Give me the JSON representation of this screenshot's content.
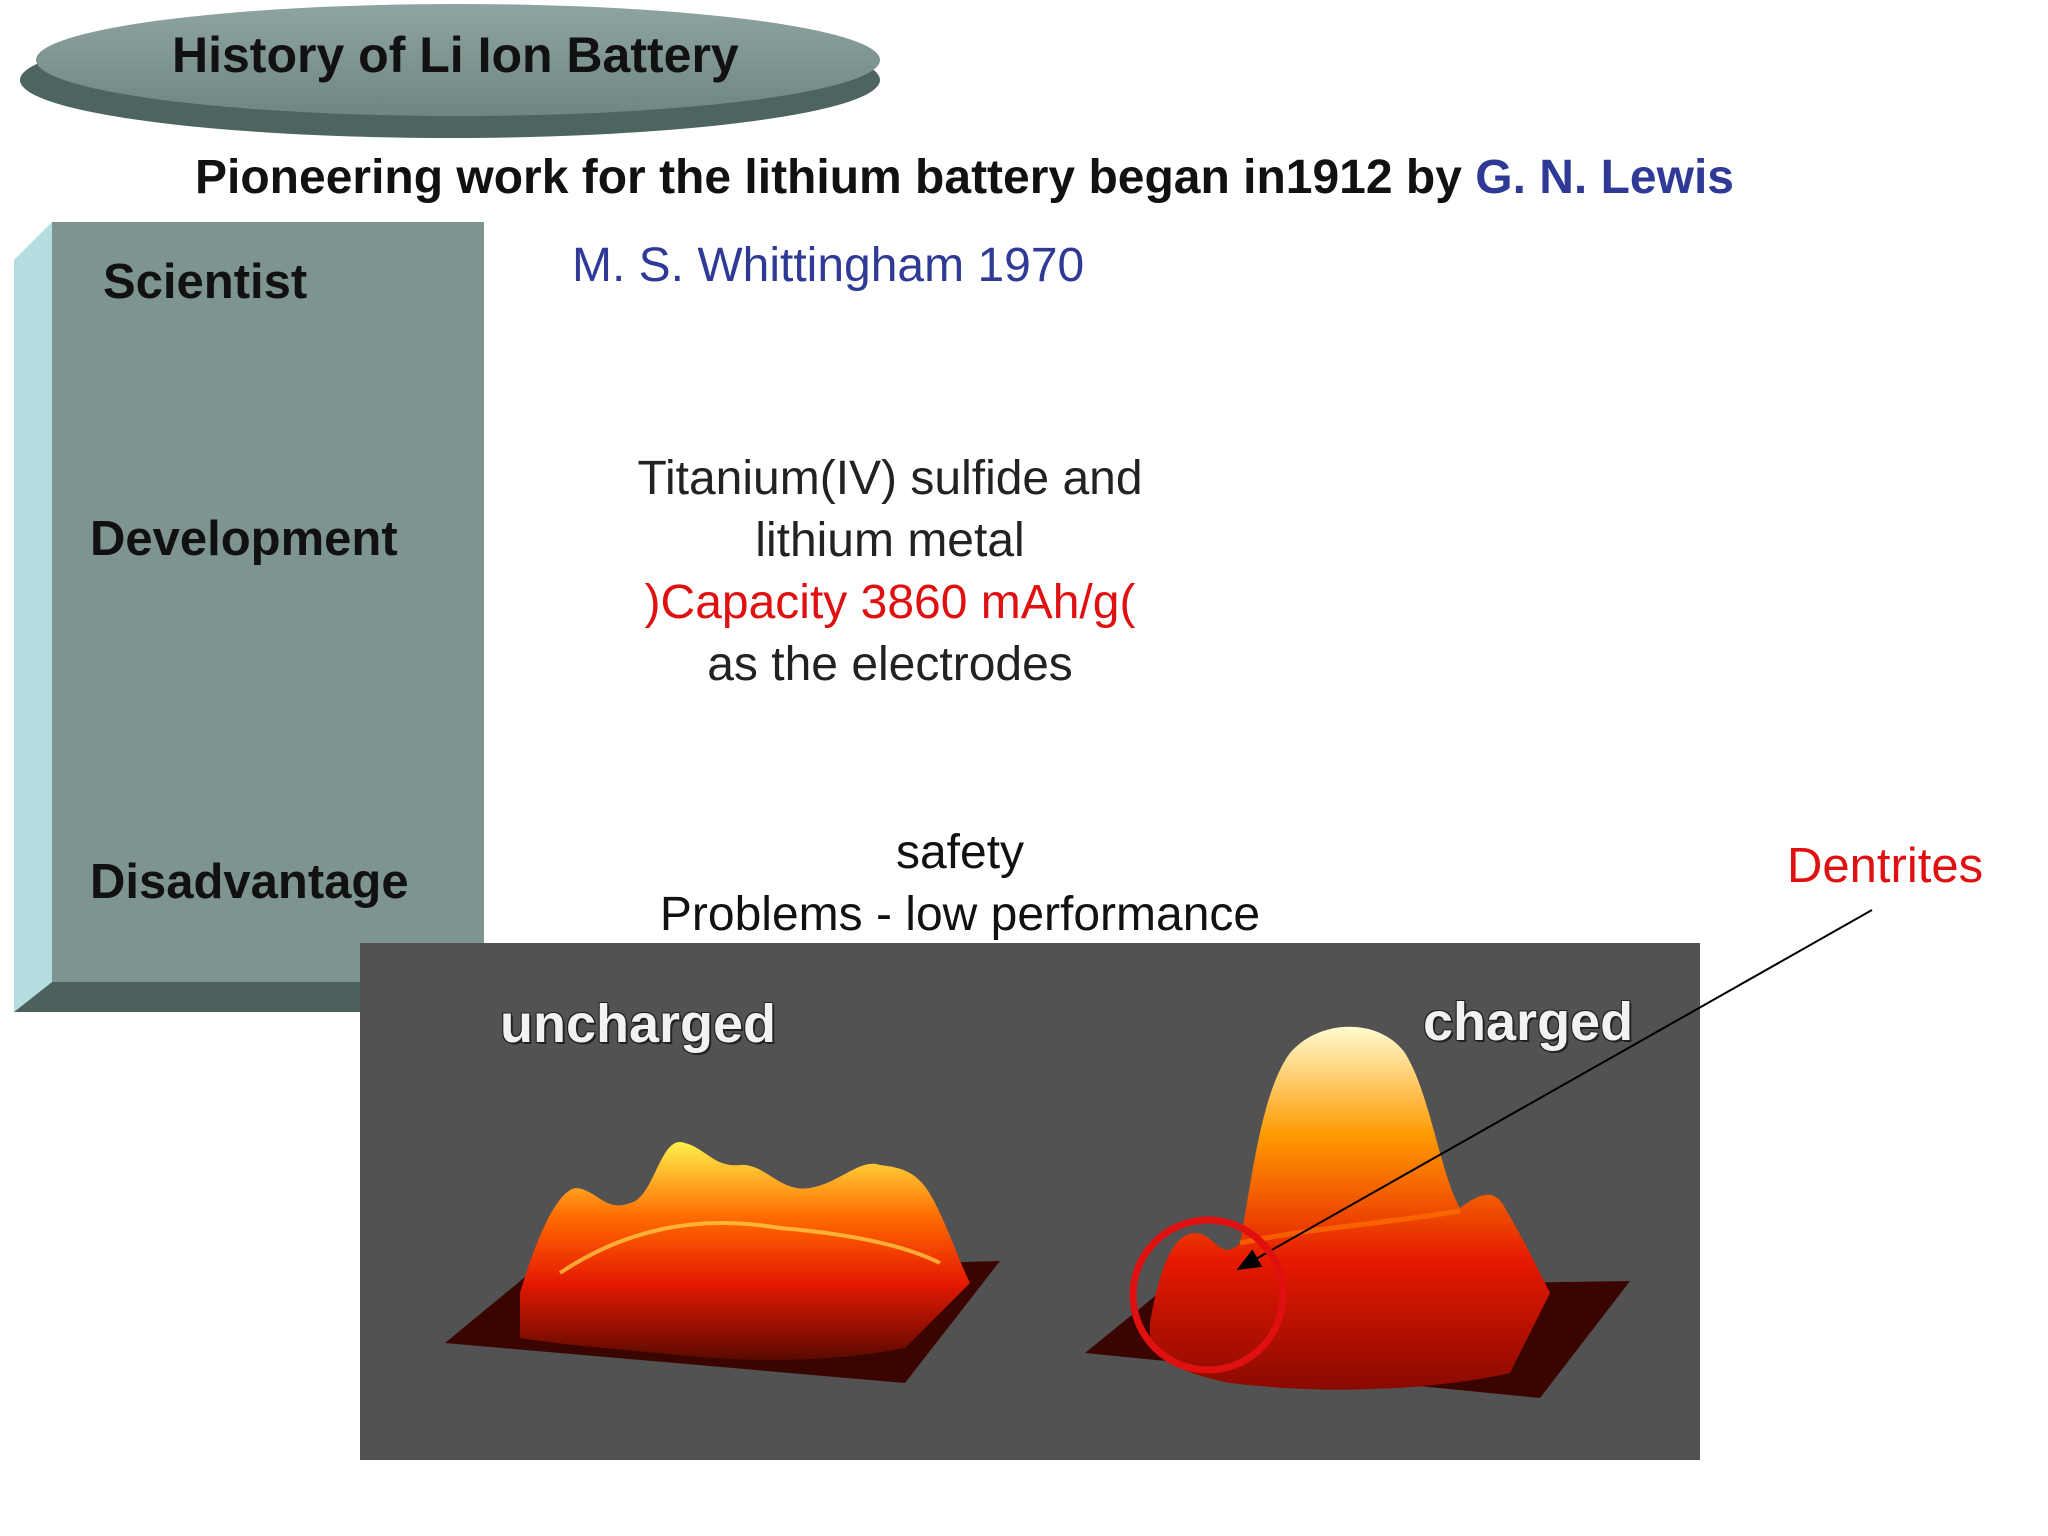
{
  "slide": {
    "title": "History of Li Ion Battery",
    "subtitle_prefix": "Pioneering work for the lithium battery began in1912 by ",
    "subtitle_name": "G. N. Lewis"
  },
  "rows": {
    "scientist_label": "Scientist",
    "development_label": "Development",
    "disadvantage_label": "Disadvantage"
  },
  "scientist_value": "M. S. Whittingham 1970",
  "development": {
    "line1": "Titanium(IV) sulfide and",
    "line2": "lithium metal",
    "line3_red": ")Capacity 3860 mAh/g(",
    "line4": "as the electrodes"
  },
  "disadvantage": {
    "line1": "safety",
    "line2": "Problems - low performance"
  },
  "figure": {
    "left_label": "uncharged",
    "right_label": "charged",
    "annotation": "Dentrites"
  },
  "colors": {
    "accent_blue": "#2f3a97",
    "accent_red": "#e01010",
    "bar_face": "#7e9490",
    "bar_side": "#b4dde0",
    "panel_bg": "#525252"
  }
}
